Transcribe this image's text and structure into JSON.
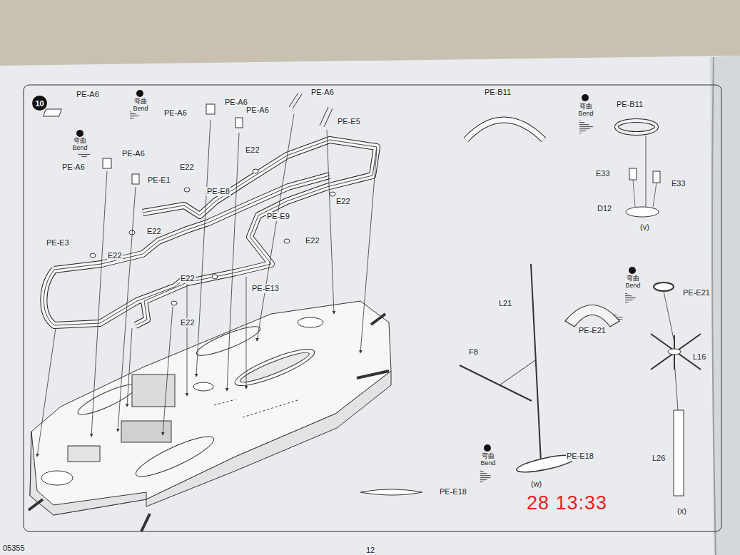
{
  "diagram": {
    "nodes": [
      {
        "text": [
          "10"
        ]
      }
    ],
    "labels": [
      "PE-A6",
      "弯曲 Bend",
      "弯曲 Bend",
      "PE-A6",
      "PE-A6",
      "PE-A6",
      "PE-A6",
      "PE-E5",
      "PE-A6",
      "PE-A6",
      "E22",
      "PE-E1",
      "E22",
      "PE-E8",
      "E22",
      "PE-E9",
      "E22",
      "PE-E3",
      "E22",
      "E22",
      "E22",
      "PE-E13",
      "E22",
      "PE-B11",
      "弯曲 Bend",
      "PE-B11",
      "E33",
      "E33",
      "D12",
      "(v)",
      "L21",
      "F8",
      "弯曲 Bend",
      "PE-E21",
      "PE-E21",
      "L16",
      "弯曲 Bend",
      "PE-E18",
      "(w)",
      "PE-E18",
      "L26",
      "(x)",
      "05355",
      "12",
      "28 13:33"
    ]
  }
}
